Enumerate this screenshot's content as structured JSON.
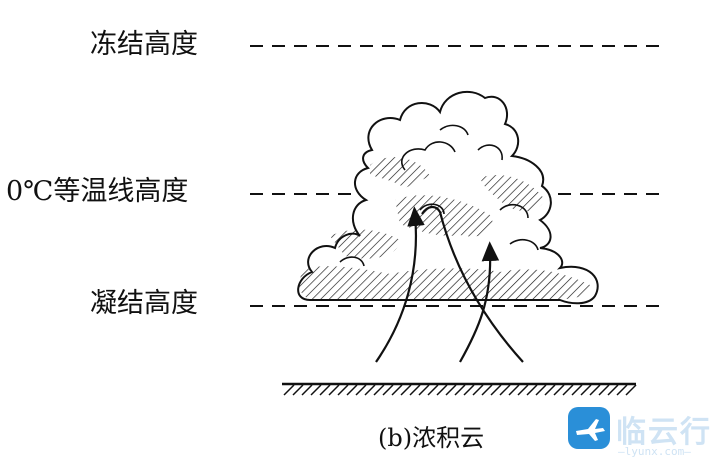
{
  "levels": {
    "freezing": "冻结高度",
    "zero_isotherm": "0℃等温线高度",
    "condensation": "凝结高度"
  },
  "caption": "(b)浓积云",
  "watermark": {
    "brand": "临云行",
    "url": "—lyunx.com—"
  }
}
